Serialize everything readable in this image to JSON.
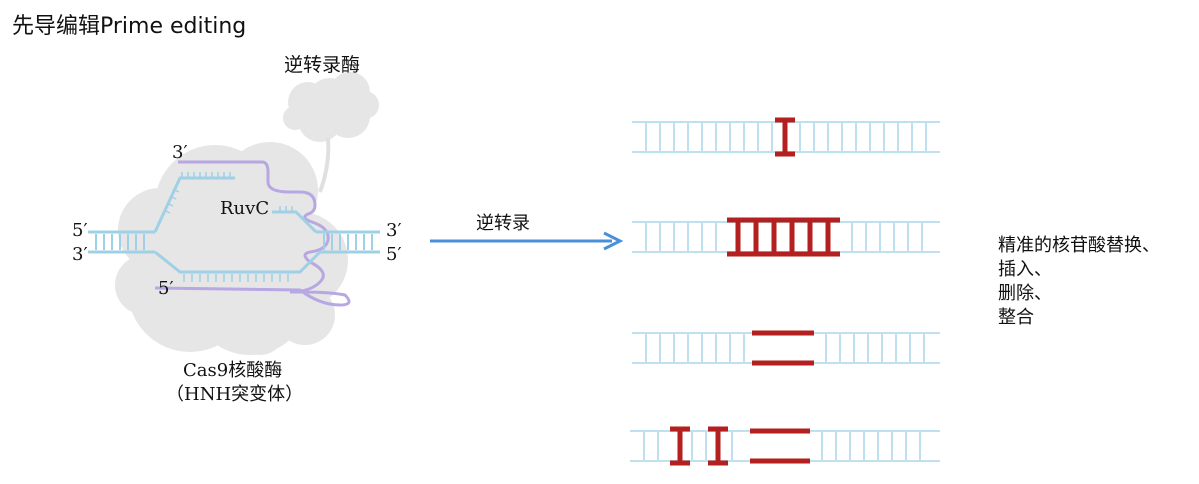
{
  "title": "先导编辑Prime editing",
  "colors": {
    "dna": "#bfe0ee",
    "guide": "#b7a7e2",
    "cloud": "#e6e6e6",
    "edit": "#b41f1f",
    "arrow": "#4a90d9"
  },
  "labels": {
    "rt_enzyme": "逆转录酶",
    "three_prime_top": "3′",
    "ruvc": "RuvC",
    "left_five": "5′",
    "left_three": "3′",
    "right_three": "3′",
    "right_five": "5′",
    "bottom_five": "5′",
    "cas9_line1": "Cas9核酸酶",
    "cas9_line2": "（HNH突变体）",
    "process_arrow": "逆转录"
  },
  "outcomes": {
    "line1": "精准的核苷酸替换、",
    "line2": "插入、",
    "line3": "删除、",
    "line4": "整合"
  }
}
